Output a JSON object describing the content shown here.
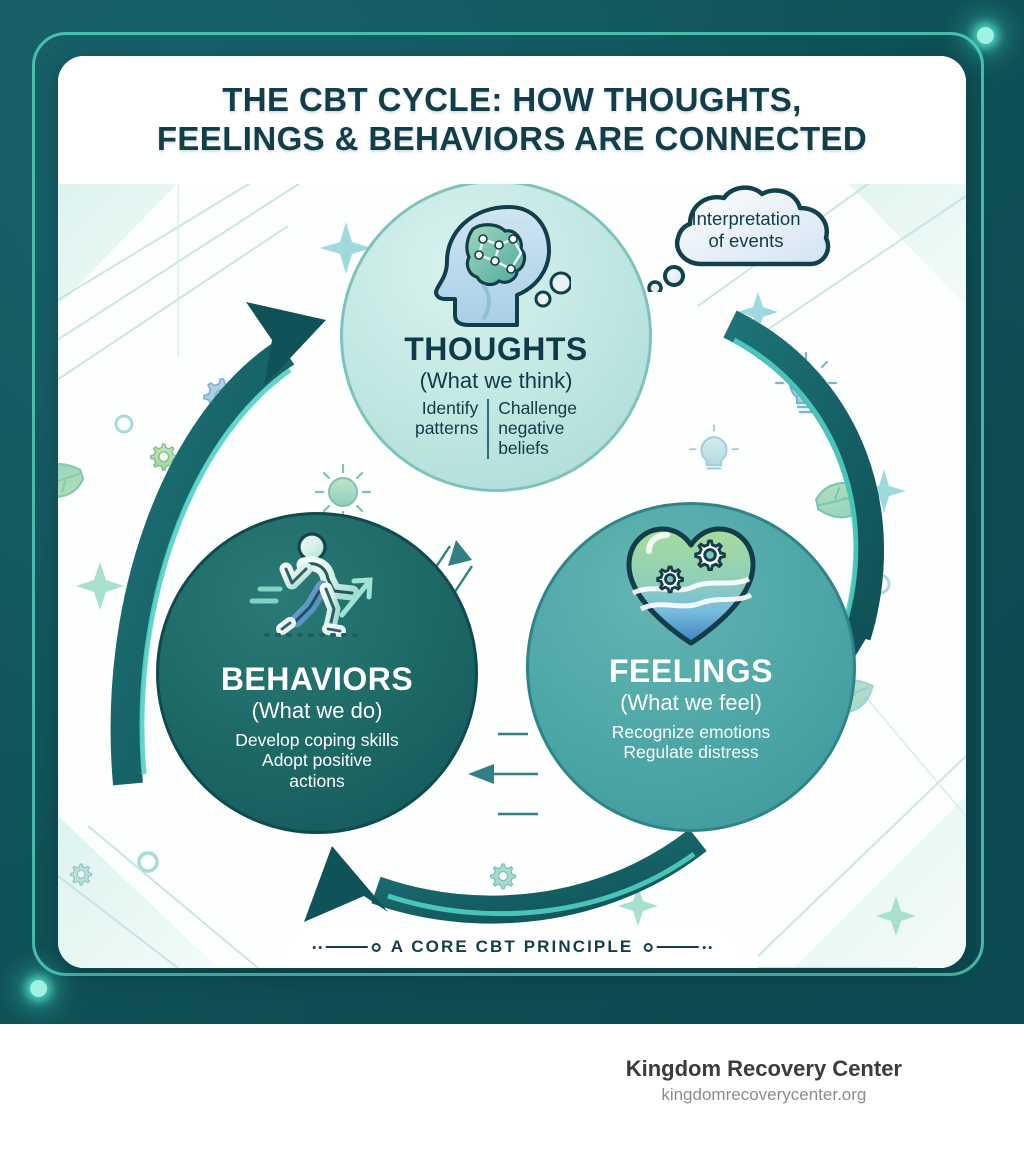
{
  "poster": {
    "title": "THE CBT CYCLE: HOW THOUGHTS, FEELINGS & BEHAVIORS ARE CONNECTED",
    "title_line1": "THE CBT CYCLE: HOW THOUGHTS,",
    "title_line2": "FEELINGS & BEHAVIORS ARE CONNECTED",
    "footer_badge": "A CORE CBT PRINCIPLE"
  },
  "colors": {
    "background_dark_teal": "#0f5257",
    "frame_mint": "#52cfba",
    "glow_dot": "#9ff2e2",
    "title_navy": "#123e4a",
    "thoughts_fill": "#bfe6e1",
    "feelings_fill": "#4ba5a5",
    "behaviors_fill": "#1b6663",
    "arrow_dark": "#17676b",
    "arrow_highlight": "#4fd0c2",
    "card_white": "#ffffff",
    "brand_name": "#3b3b3b",
    "brand_url": "#8c8c8c"
  },
  "thought_cloud": {
    "icon": "thought-cloud-icon",
    "line1": "Interpretation",
    "line2": "of events"
  },
  "nodes": [
    {
      "id": "thoughts",
      "title": "THOUGHTS",
      "subtitle": "(What we think)",
      "icon": "head-brain-icon",
      "bullets_left": [
        "Identify",
        "patterns"
      ],
      "bullets_right": [
        "Challenge",
        "negative",
        "beliefs"
      ]
    },
    {
      "id": "feelings",
      "title": "FEELINGS",
      "subtitle": "(What we feel)",
      "icon": "heart-gears-icon",
      "bullets": [
        "Recognize emotions",
        "Regulate distress"
      ]
    },
    {
      "id": "behaviors",
      "title": "BEHAVIORS",
      "subtitle": "(What we do)",
      "icon": "running-person-icon",
      "bullets": [
        "Develop coping skills",
        "Adopt positive",
        "actions"
      ]
    }
  ],
  "arrows": [
    {
      "id": "behaviors-to-thoughts",
      "from": "BEHAVIORS",
      "to": "THOUGHTS",
      "style": "thick-curved"
    },
    {
      "id": "thoughts-to-feelings",
      "from": "THOUGHTS",
      "to": "FEELINGS",
      "style": "thick-curved"
    },
    {
      "id": "feelings-to-behaviors",
      "from": "FEELINGS",
      "to": "BEHAVIORS",
      "style": "thick-curved"
    },
    {
      "id": "inner-behaviors-to-thoughts",
      "from": "BEHAVIORS",
      "to": "THOUGHTS",
      "style": "thin"
    },
    {
      "id": "inner-thoughts-to-feelings",
      "from": "THOUGHTS",
      "to": "FEELINGS",
      "style": "thin"
    },
    {
      "id": "inner-feelings-to-behaviors",
      "from": "FEELINGS",
      "to": "BEHAVIORS",
      "style": "thin"
    }
  ],
  "decorations": [
    "gear-icon",
    "gear-icon",
    "gear-icon",
    "gear-icon",
    "lightbulb-icon",
    "lightbulb-icon",
    "leaf-icon",
    "leaf-icon",
    "leaf-icon",
    "sun-icon",
    "sparkle-icon",
    "sparkle-icon",
    "sparkle-icon",
    "sparkle-icon",
    "sparkle-icon",
    "circle-outline-icon",
    "circle-outline-icon"
  ],
  "branding": {
    "name": "Kingdom Recovery Center",
    "url": "kingdomrecoverycenter.org"
  }
}
